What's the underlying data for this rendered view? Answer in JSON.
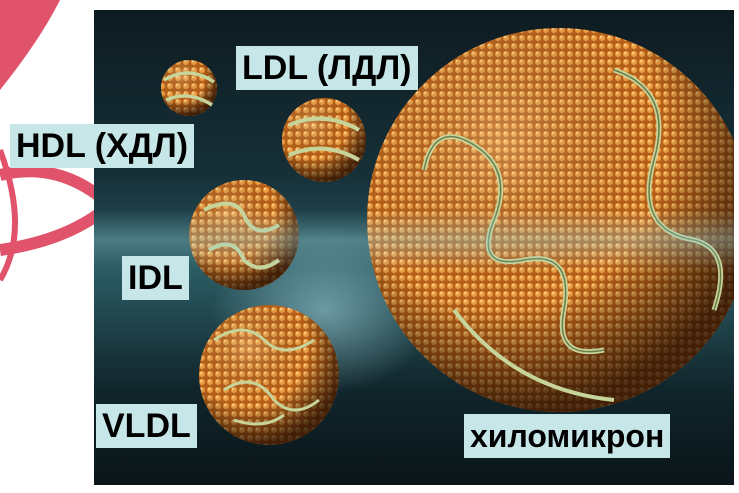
{
  "labels": {
    "ldl": "LDL (ЛДЛ)",
    "hdl": "HDL (ХДЛ)",
    "idl": "IDL",
    "vldl": "VLDL",
    "chylomicron": "хиломикрон"
  },
  "colors": {
    "label_background": "#c6e6e8",
    "particle_orange": "#d9822b",
    "protein_strand": "#b7c98f",
    "background_teal": "#163038"
  }
}
